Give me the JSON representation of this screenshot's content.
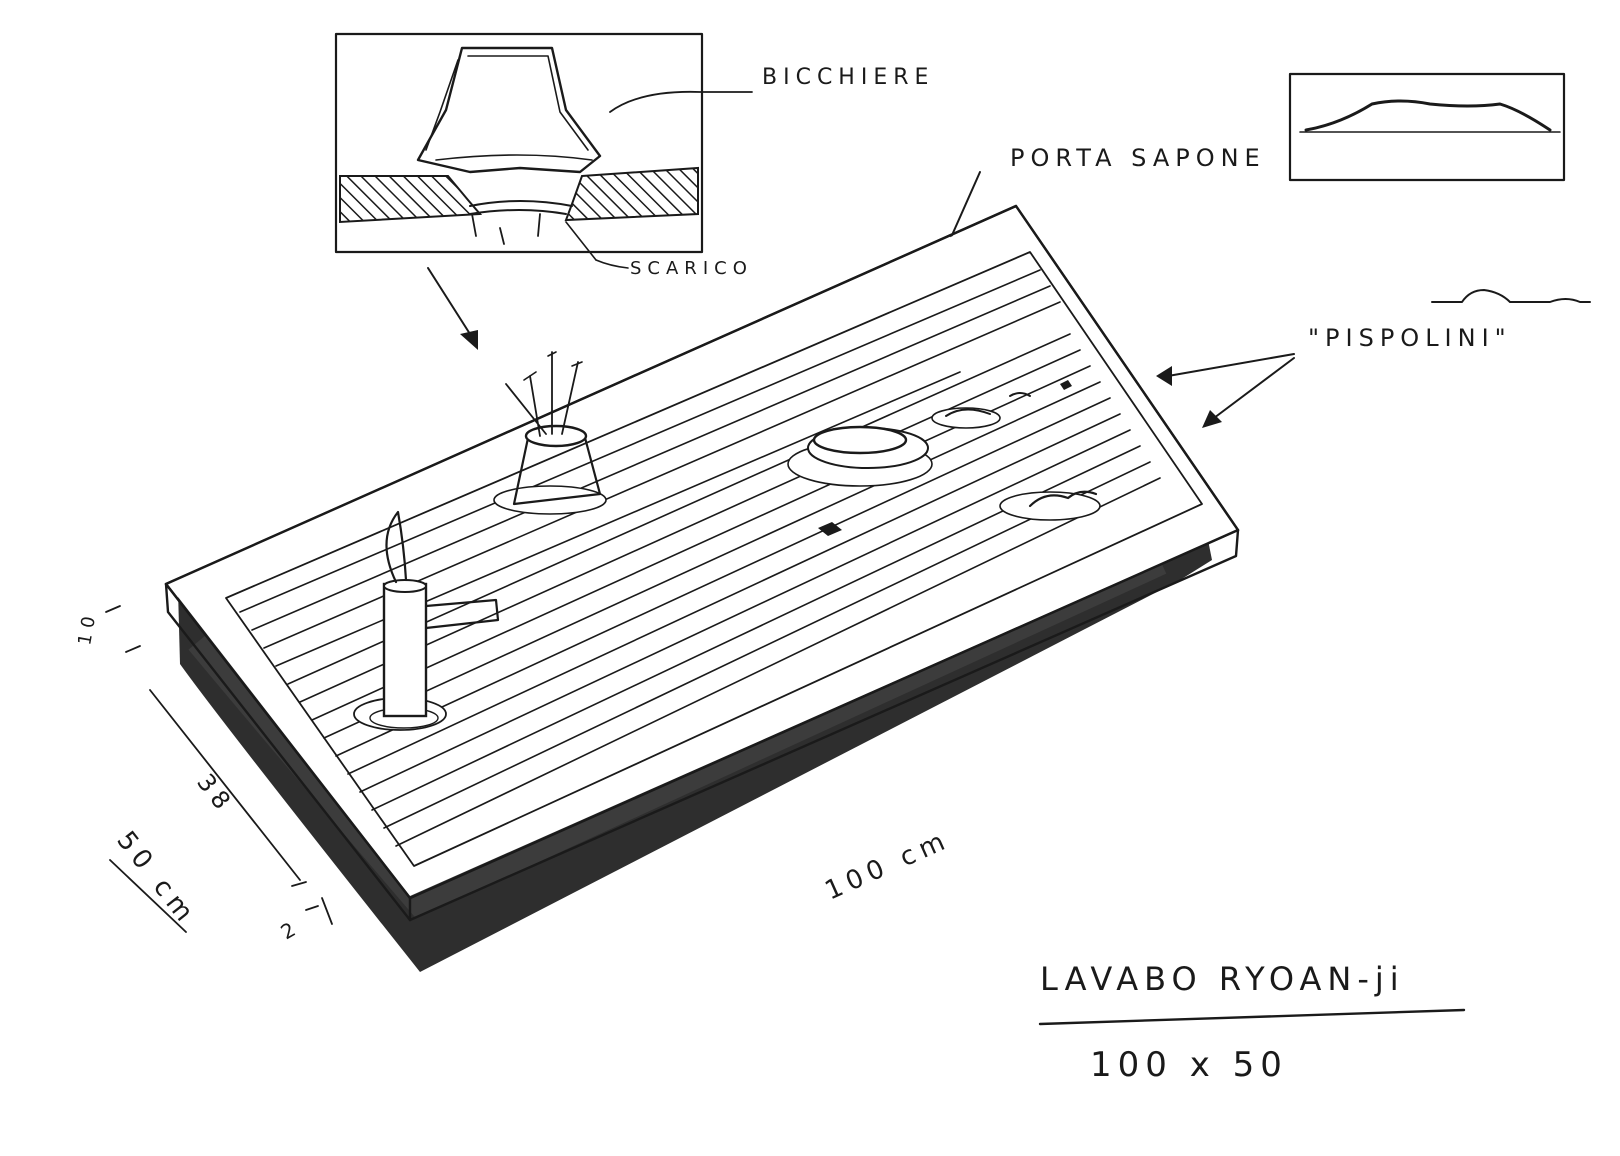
{
  "labels": {
    "bicchiere": "BICCHIERE",
    "scarico": "SCARICO",
    "porta_sapone": "PORTA SAPONE",
    "pispolini": "\"PISPOLINI\"",
    "title": "LAVABO RYOAN-ji",
    "size": "100 x 50"
  },
  "dimensions": {
    "depth_total": "50 cm",
    "inner": "38",
    "rim_top": "10",
    "rim_bottom": "2",
    "length": "100 cm"
  },
  "colors": {
    "ink": "#1a1a1a",
    "shadow": "#2e2e2e",
    "paper": "#ffffff"
  },
  "icons": {
    "faucet": "faucet-sketch",
    "glass": "cup-sketch",
    "soap_dish": "soap-dish-sketch"
  }
}
